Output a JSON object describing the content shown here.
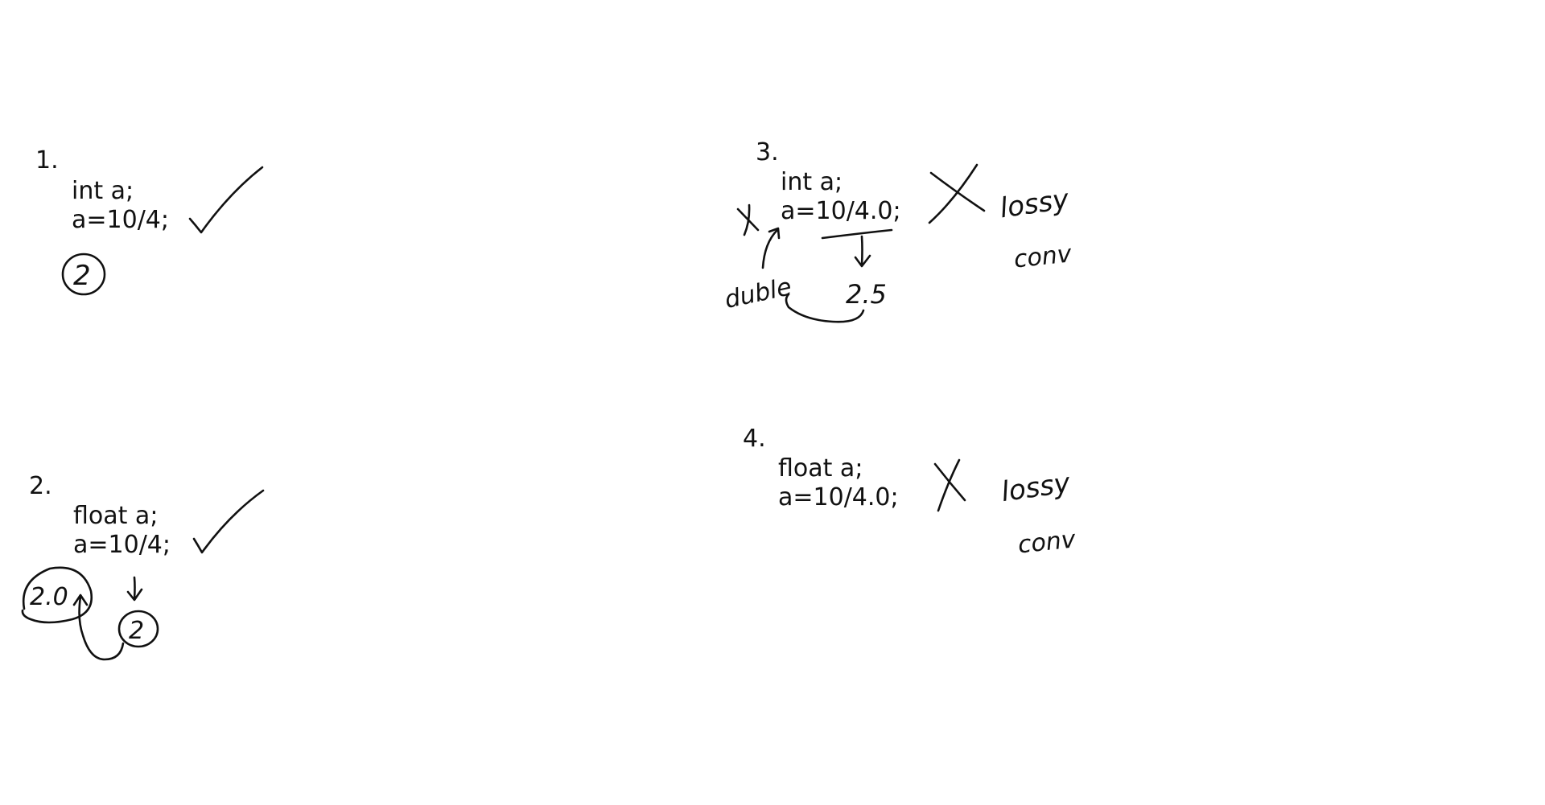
{
  "example1": {
    "number": "1.",
    "line1": "int a;",
    "line2": "a=10/4;",
    "result": "2"
  },
  "example2": {
    "number": "2.",
    "line1": "float a;",
    "line2": "a=10/4;",
    "result_int": "2",
    "result_float": "2.0"
  },
  "example3": {
    "number": "3.",
    "line1": "int a;",
    "line2": "a=10/4.0;",
    "intermediate": "2.5",
    "type_note": "duble",
    "verdict_note_1": "lossy",
    "verdict_note_2": "conv"
  },
  "example4": {
    "number": "4.",
    "line1": "float a;",
    "line2": "a=10/4.0;",
    "verdict_note_1": "lossy",
    "verdict_note_2": "conv"
  }
}
